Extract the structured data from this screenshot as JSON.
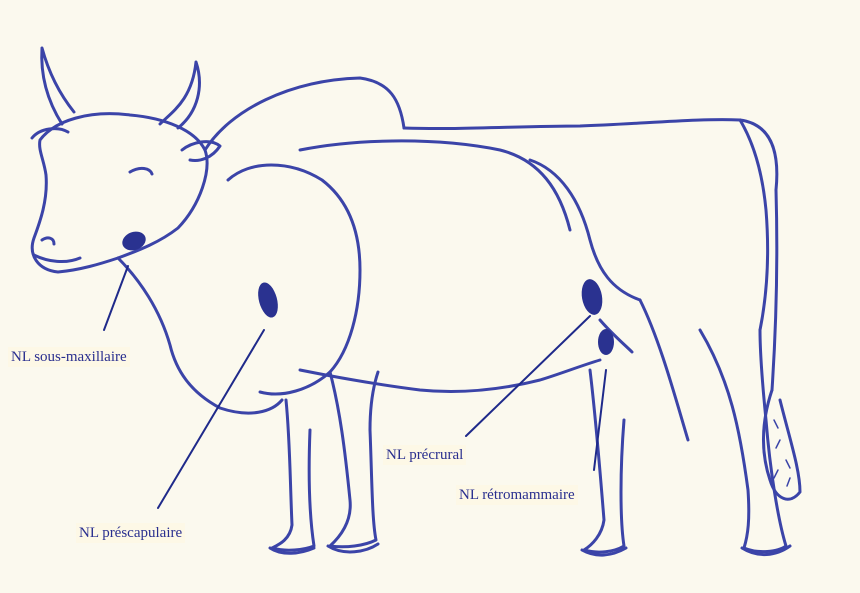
{
  "diagram": {
    "subject": "cow",
    "stroke_color": "#3b44a8",
    "node_color": "#2a3290",
    "label_background": "#fdf8e6",
    "labels": {
      "sous_maxillaire": "NL sous-maxillaire",
      "prescapulaire": "NL préscapulaire",
      "precrural": "NL précrural",
      "retromammaire": "NL rétromammaire"
    }
  }
}
